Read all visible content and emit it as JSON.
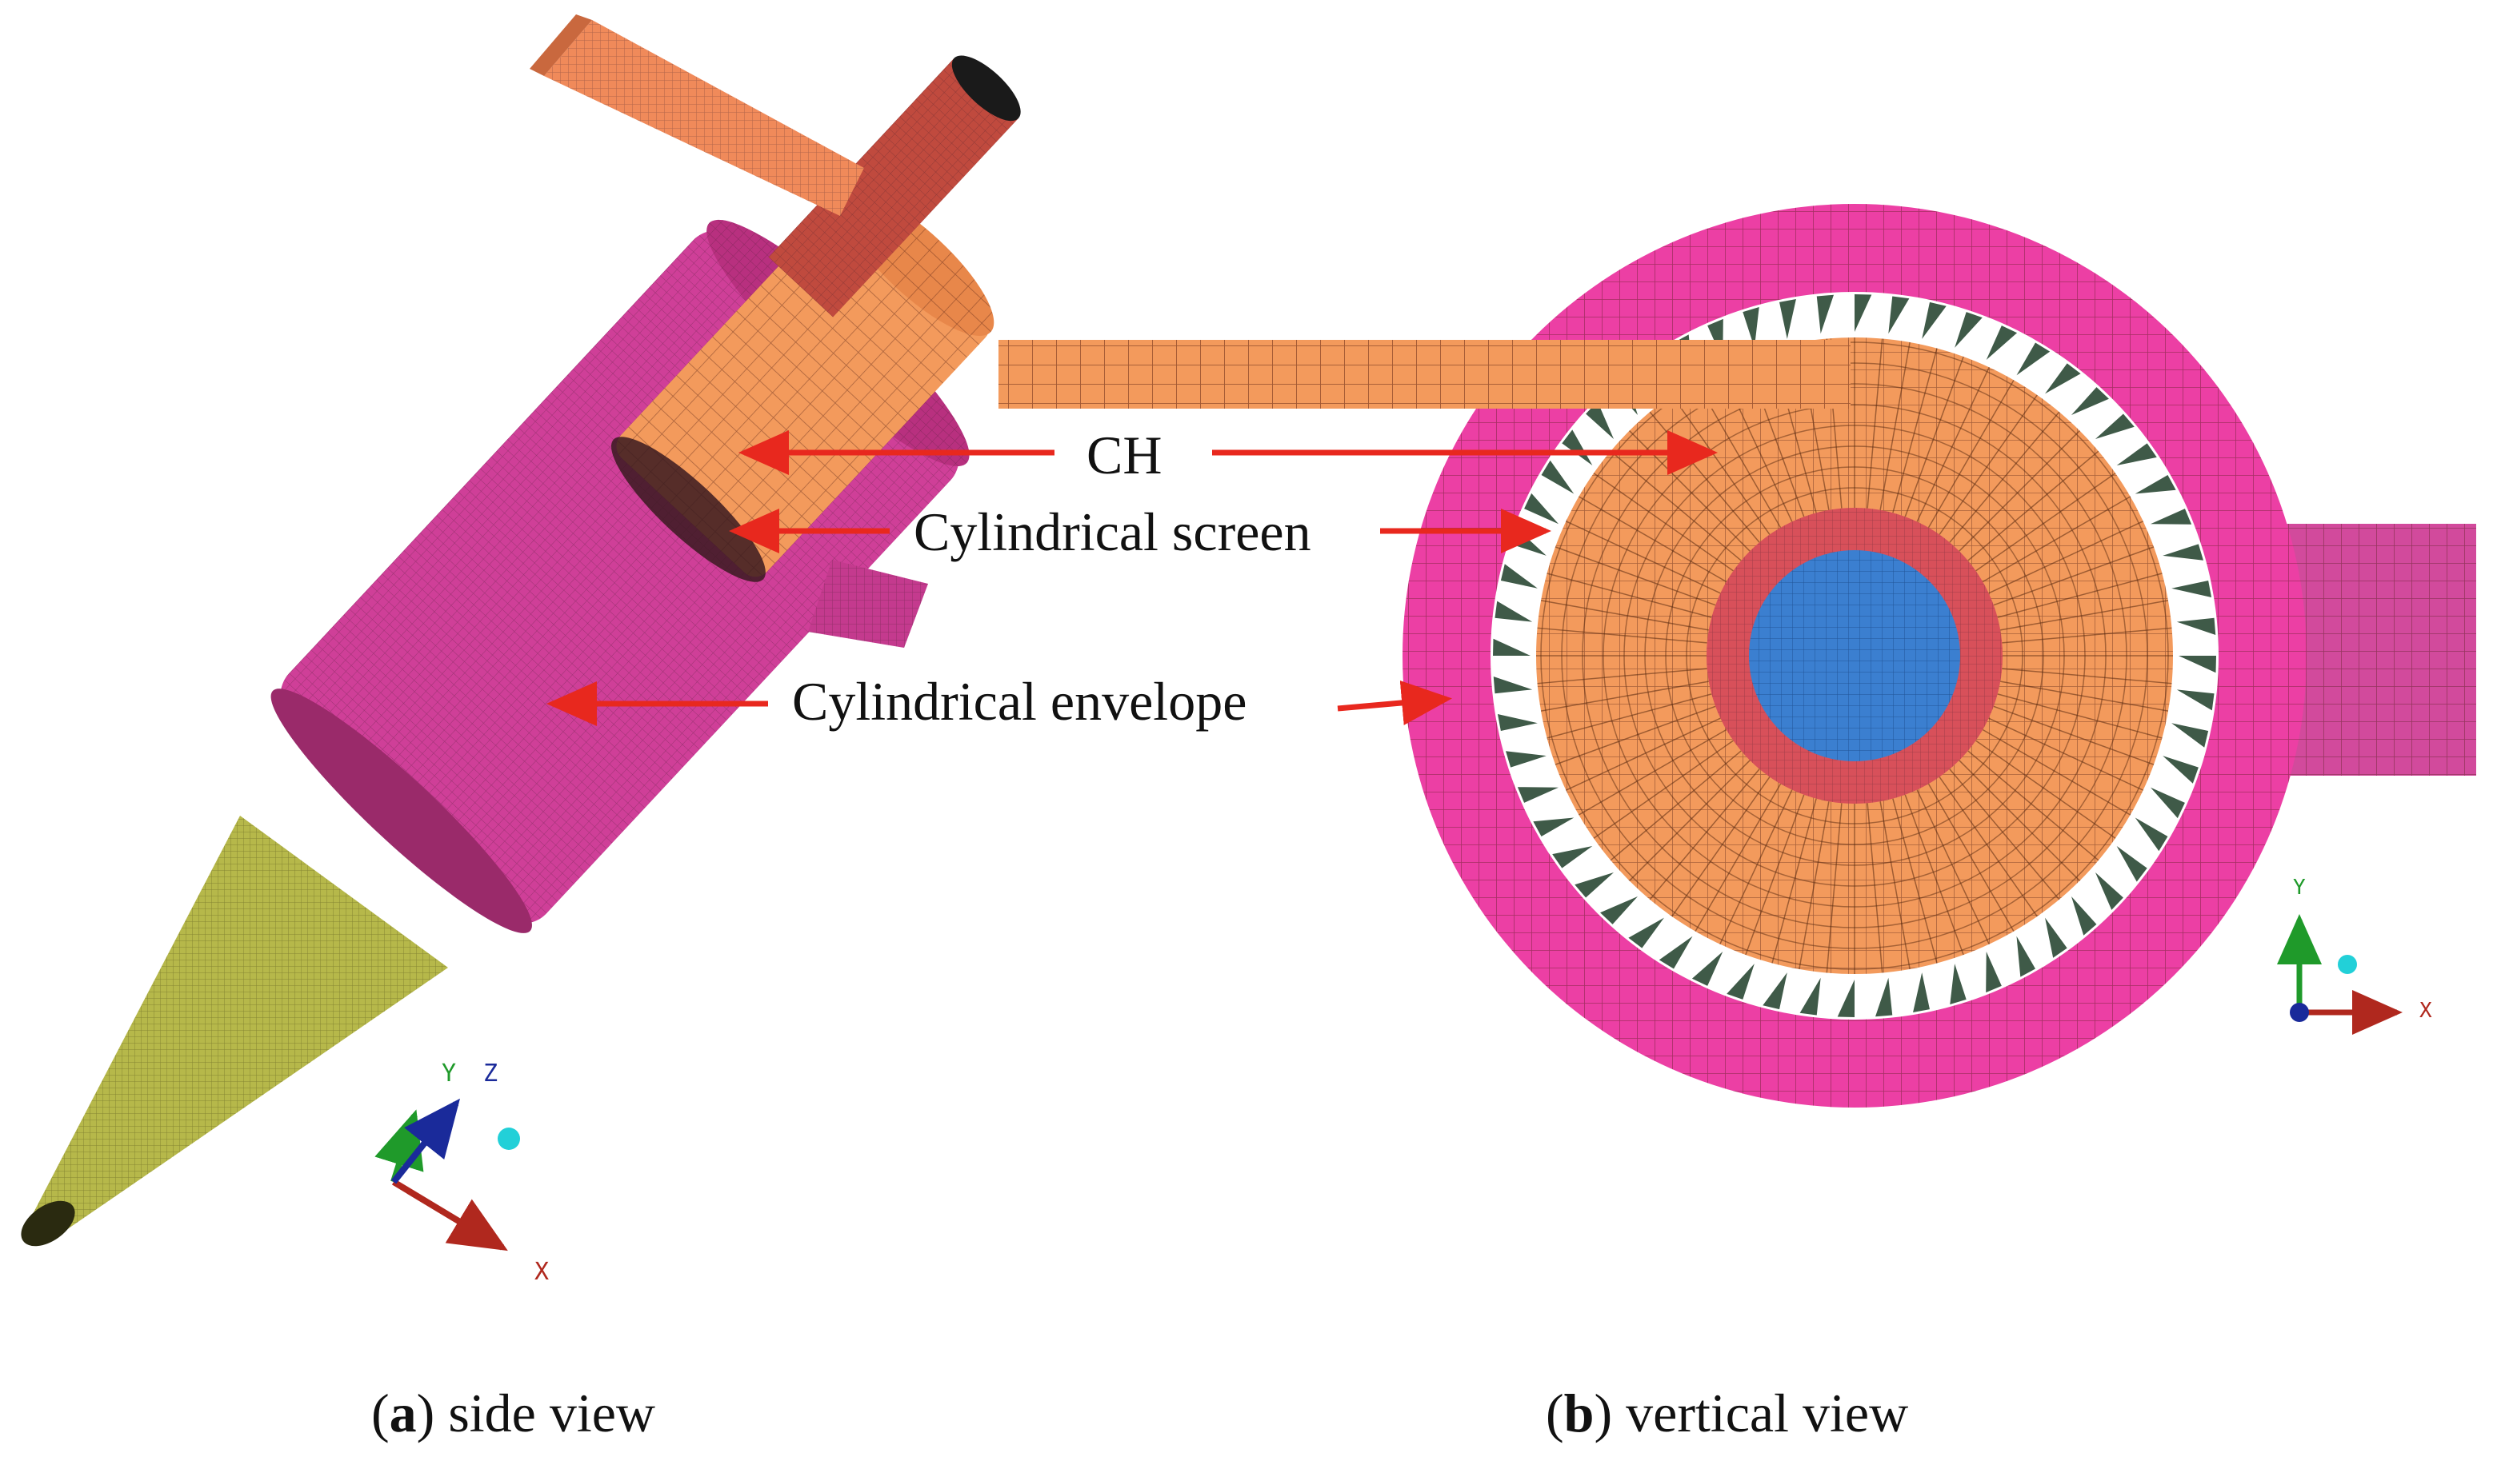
{
  "labels": {
    "ch": "CH",
    "screen": "Cylindrical screen",
    "envelope": "Cylindrical envelope"
  },
  "captions": {
    "a": {
      "letter": "a",
      "text": " side view"
    },
    "b": {
      "letter": "b",
      "text": " vertical view"
    }
  },
  "axes": {
    "a": {
      "x": "X",
      "y": "Y",
      "z": "Z"
    },
    "b": {
      "x": "X",
      "y": "Y"
    }
  },
  "colors": {
    "envelope": "#d8439e",
    "cylinder_head": "#f39a5c",
    "inlet": "#f08a5a",
    "overflow_pipe": "#c04a3e",
    "cone": "#b6b84a",
    "core": "#3b7fd0",
    "ring": "#d8505a",
    "arrow": "#e8281e",
    "outer_ring": "#ec3fa4"
  }
}
